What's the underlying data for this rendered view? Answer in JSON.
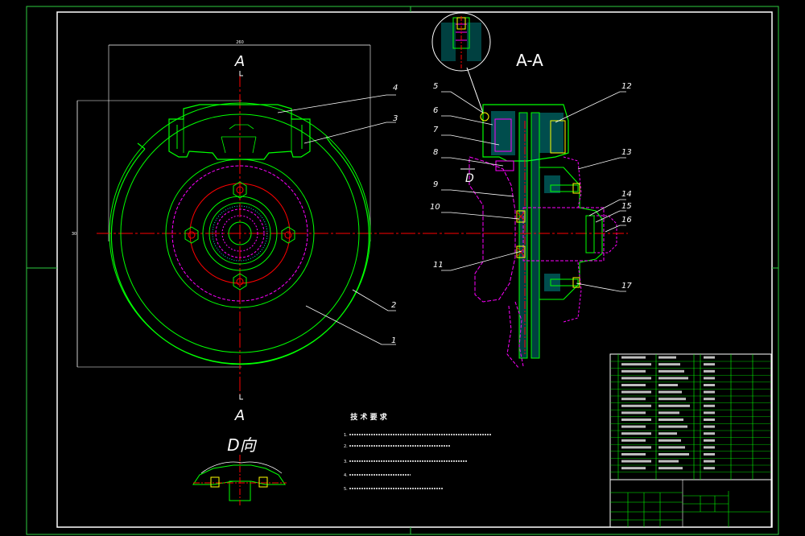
{
  "view_labels": {
    "section_marker_top": "A",
    "section_marker_bottom": "A",
    "section_title": "A-A",
    "view_d": "D向",
    "d_marker": "D"
  },
  "dimensions": {
    "top_width": "260",
    "left_height": "30"
  },
  "part_callouts": [
    "1",
    "2",
    "3",
    "4",
    "5",
    "6",
    "7",
    "8",
    "9",
    "10",
    "11",
    "12",
    "13",
    "14",
    "15",
    "16",
    "17"
  ],
  "technical_requirements": {
    "title": "技 术 要 求",
    "items": [
      "1.",
      "2.",
      "3.",
      "4.",
      "5."
    ]
  },
  "colors": {
    "background": "#000000",
    "frame": "#2ecc40",
    "outline": "#00ff00",
    "centerline": "#ff0000",
    "hidden": "#ff00ff",
    "hatch": "#00ffff",
    "annotation": "#ffffff",
    "yellow": "#ffff00"
  }
}
